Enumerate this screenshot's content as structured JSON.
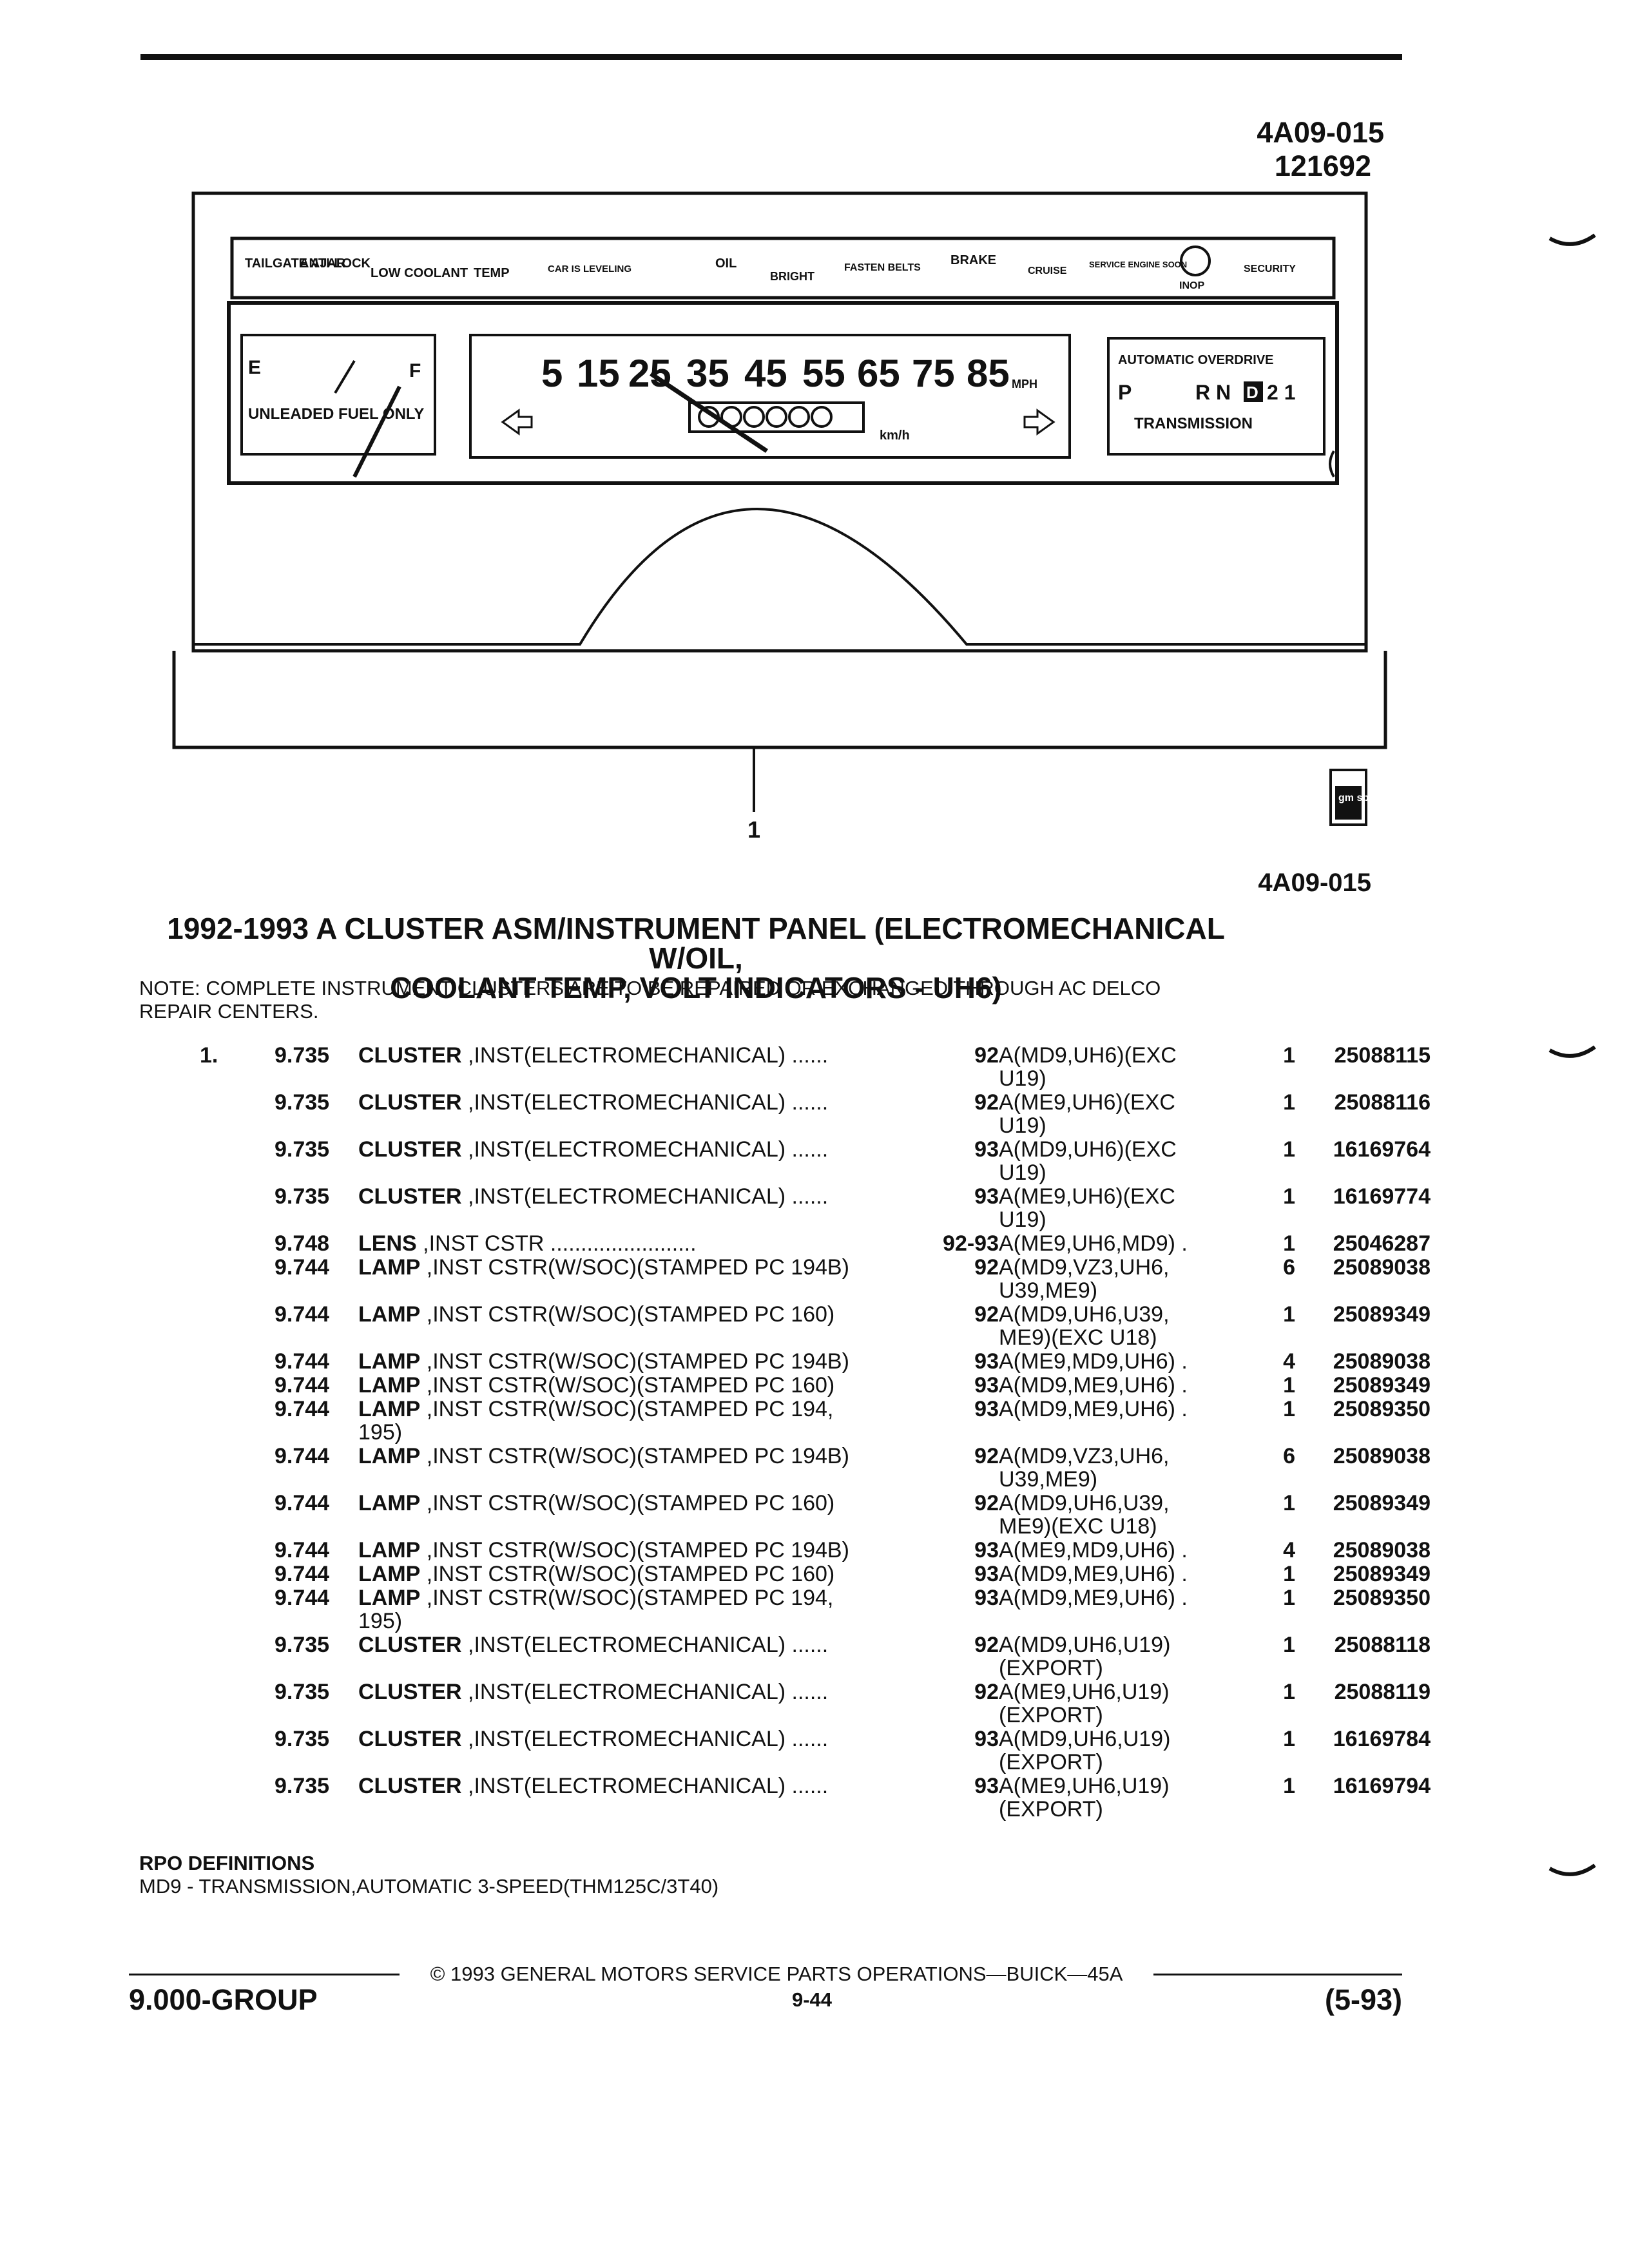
{
  "header": {
    "figure_id": "4A09-015",
    "figure_date": "121692"
  },
  "illustration": {
    "indicators": [
      "TAILGATE AJAR",
      "ANTI-LOCK",
      "LOW COOLANT",
      "TEMP",
      "CAR IS LEVELING",
      "OIL",
      "BRIGHT",
      "FASTEN BELTS",
      "BRAKE",
      "CRUISE",
      "SERVICE ENGINE SOON",
      "INOP",
      "SECURITY"
    ],
    "fuel_empty": "E",
    "fuel_full": "F",
    "fuel_label": "UNLEADED FUEL ONLY",
    "speed_numbers": [
      "5",
      "15",
      "25",
      "35",
      "45",
      "55",
      "65",
      "75",
      "85"
    ],
    "speed_unit": "MPH",
    "kmh_unit": "km/h",
    "overdrive_label": "AUTOMATIC OVERDRIVE",
    "gear_p": "P",
    "gear_rest": "R N",
    "gear_d": "D",
    "gear_lows": "2 1",
    "transmission_label": "TRANSMISSION",
    "callout": "1",
    "gm_spo": "gm spo"
  },
  "ref_id": "4A09-015",
  "title_line1": "1992-1993 A CLUSTER ASM/INSTRUMENT PANEL (ELECTROMECHANICAL W/OIL,",
  "title_line2": "COOLANT TEMP, VOLT INDICATORS - UH6)",
  "note_line1": "NOTE:  COMPLETE INSTRUMENT CLUSTERS ARE TO BE REPAIRED OR EXCHANGED THROUGH AC DELCO",
  "note_line2": "REPAIR CENTERS.",
  "parts": [
    {
      "num": "1.",
      "group": "9.735",
      "name": "CLUSTER",
      "desc": ",INST(ELECTROMECHANICAL) ......",
      "year": "92",
      "usage": "A(MD9,UH6)(EXC\nU19)",
      "qty": "1",
      "part": "25088115"
    },
    {
      "num": "",
      "group": "9.735",
      "name": "CLUSTER",
      "desc": ",INST(ELECTROMECHANICAL) ......",
      "year": "92",
      "usage": "A(ME9,UH6)(EXC\nU19)",
      "qty": "1",
      "part": "25088116"
    },
    {
      "num": "",
      "group": "9.735",
      "name": "CLUSTER",
      "desc": ",INST(ELECTROMECHANICAL) ......",
      "year": "93",
      "usage": "A(MD9,UH6)(EXC\nU19)",
      "qty": "1",
      "part": "16169764"
    },
    {
      "num": "",
      "group": "9.735",
      "name": "CLUSTER",
      "desc": ",INST(ELECTROMECHANICAL) ......",
      "year": "93",
      "usage": "A(ME9,UH6)(EXC\nU19)",
      "qty": "1",
      "part": "16169774"
    },
    {
      "num": "",
      "group": "9.748",
      "name": "LENS",
      "desc": ",INST CSTR ........................",
      "year": "92-93",
      "usage": "A(ME9,UH6,MD9) .",
      "qty": "1",
      "part": "25046287"
    },
    {
      "num": "",
      "group": "9.744",
      "name": "LAMP",
      "desc": ",INST CSTR(W/SOC)(STAMPED PC 194B)",
      "year": "92",
      "usage": "A(MD9,VZ3,UH6,\nU39,ME9)",
      "qty": "6",
      "part": "25089038"
    },
    {
      "num": "",
      "group": "9.744",
      "name": "LAMP",
      "desc": ",INST CSTR(W/SOC)(STAMPED PC 160)",
      "year": "92",
      "usage": "A(MD9,UH6,U39,\nME9)(EXC U18)",
      "qty": "1",
      "part": "25089349"
    },
    {
      "num": "",
      "group": "9.744",
      "name": "LAMP",
      "desc": ",INST CSTR(W/SOC)(STAMPED PC 194B)",
      "year": "93",
      "usage": "A(ME9,MD9,UH6) .",
      "qty": "4",
      "part": "25089038"
    },
    {
      "num": "",
      "group": "9.744",
      "name": "LAMP",
      "desc": ",INST CSTR(W/SOC)(STAMPED PC 160)",
      "year": "93",
      "usage": "A(MD9,ME9,UH6) .",
      "qty": "1",
      "part": "25089349"
    },
    {
      "num": "",
      "group": "9.744",
      "name": "LAMP",
      "desc": ",INST CSTR(W/SOC)(STAMPED PC 194,\n195)",
      "year": "93",
      "usage": "A(MD9,ME9,UH6) .",
      "qty": "1",
      "part": "25089350"
    },
    {
      "num": "",
      "group": "9.744",
      "name": "LAMP",
      "desc": ",INST CSTR(W/SOC)(STAMPED PC 194B)",
      "year": "92",
      "usage": "A(MD9,VZ3,UH6,\nU39,ME9)",
      "qty": "6",
      "part": "25089038"
    },
    {
      "num": "",
      "group": "9.744",
      "name": "LAMP",
      "desc": ",INST CSTR(W/SOC)(STAMPED PC 160)",
      "year": "92",
      "usage": "A(MD9,UH6,U39,\nME9)(EXC U18)",
      "qty": "1",
      "part": "25089349"
    },
    {
      "num": "",
      "group": "9.744",
      "name": "LAMP",
      "desc": ",INST CSTR(W/SOC)(STAMPED PC 194B)",
      "year": "93",
      "usage": "A(ME9,MD9,UH6) .",
      "qty": "4",
      "part": "25089038"
    },
    {
      "num": "",
      "group": "9.744",
      "name": "LAMP",
      "desc": ",INST CSTR(W/SOC)(STAMPED PC 160)",
      "year": "93",
      "usage": "A(MD9,ME9,UH6) .",
      "qty": "1",
      "part": "25089349"
    },
    {
      "num": "",
      "group": "9.744",
      "name": "LAMP",
      "desc": ",INST CSTR(W/SOC)(STAMPED PC 194,\n195)",
      "year": "93",
      "usage": "A(MD9,ME9,UH6) .",
      "qty": "1",
      "part": "25089350"
    },
    {
      "num": "",
      "group": "9.735",
      "name": "CLUSTER",
      "desc": ",INST(ELECTROMECHANICAL) ......",
      "year": "92",
      "usage": "A(MD9,UH6,U19)\n(EXPORT)",
      "qty": "1",
      "part": "25088118"
    },
    {
      "num": "",
      "group": "9.735",
      "name": "CLUSTER",
      "desc": ",INST(ELECTROMECHANICAL) ......",
      "year": "92",
      "usage": "A(ME9,UH6,U19)\n(EXPORT)",
      "qty": "1",
      "part": "25088119"
    },
    {
      "num": "",
      "group": "9.735",
      "name": "CLUSTER",
      "desc": ",INST(ELECTROMECHANICAL) ......",
      "year": "93",
      "usage": "A(MD9,UH6,U19)\n(EXPORT)",
      "qty": "1",
      "part": "16169784"
    },
    {
      "num": "",
      "group": "9.735",
      "name": "CLUSTER",
      "desc": ",INST(ELECTROMECHANICAL) ......",
      "year": "93",
      "usage": "A(ME9,UH6,U19)\n(EXPORT)",
      "qty": "1",
      "part": "16169794"
    }
  ],
  "rpo_heading": "RPO DEFINITIONS",
  "rpo_md9": "MD9 - TRANSMISSION,AUTOMATIC 3-SPEED(THM125C/3T40)",
  "footer": {
    "copyright": "© 1993  GENERAL MOTORS SERVICE PARTS OPERATIONS—BUICK—45A",
    "group": "9.000-GROUP",
    "page": "9-44",
    "date": "(5-93)"
  }
}
